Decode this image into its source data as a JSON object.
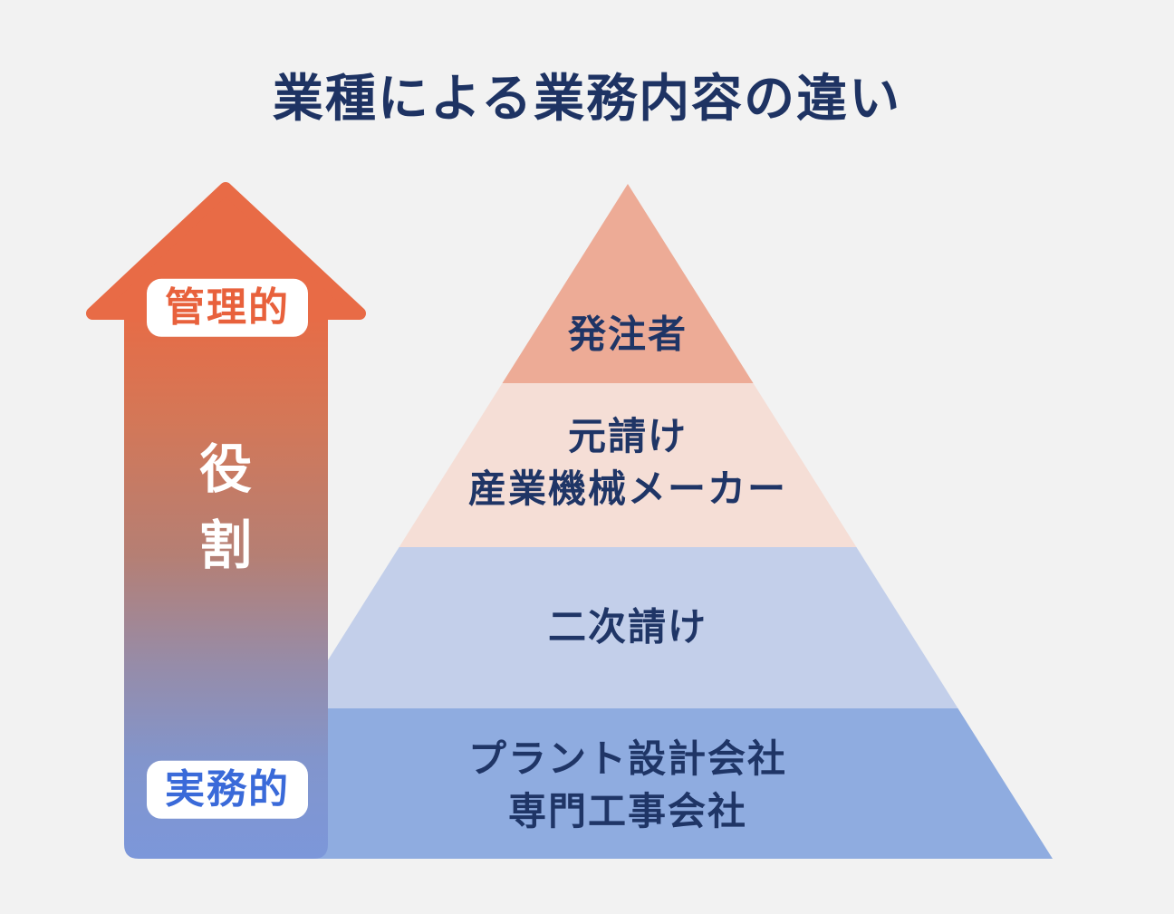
{
  "title": "業種による業務内容の違い",
  "axis": {
    "label": "役\n割",
    "top_label": "管理的",
    "bottom_label": "実務的"
  },
  "pyramid": {
    "tiers": [
      {
        "label": "発注者"
      },
      {
        "label": "元請け\n産業機械メーカー"
      },
      {
        "label": "二次請け"
      },
      {
        "label": "プラント設計会社\n専門工事会社"
      }
    ]
  },
  "colors": {
    "background": "#F2F2F2",
    "title_text": "#1E3363",
    "tier_text": "#1F3566",
    "tier1": "#EDAB96",
    "tier2": "#F5DED6",
    "tier3": "#C3CFEA",
    "tier4": "#8FACE0",
    "arrow_orange": "#E86B46",
    "arrow_grad_1": "#E86B45",
    "arrow_grad_2": "#D47757",
    "arrow_grad_3": "#B57F74",
    "arrow_grad_4": "#968CA9",
    "arrow_grad_5": "#8295CC",
    "arrow_grad_6": "#7C97DA",
    "badge_bg": "#FFFFFF",
    "badge_top_text": "#E8613C",
    "badge_bottom_text": "#3A6AD9"
  }
}
